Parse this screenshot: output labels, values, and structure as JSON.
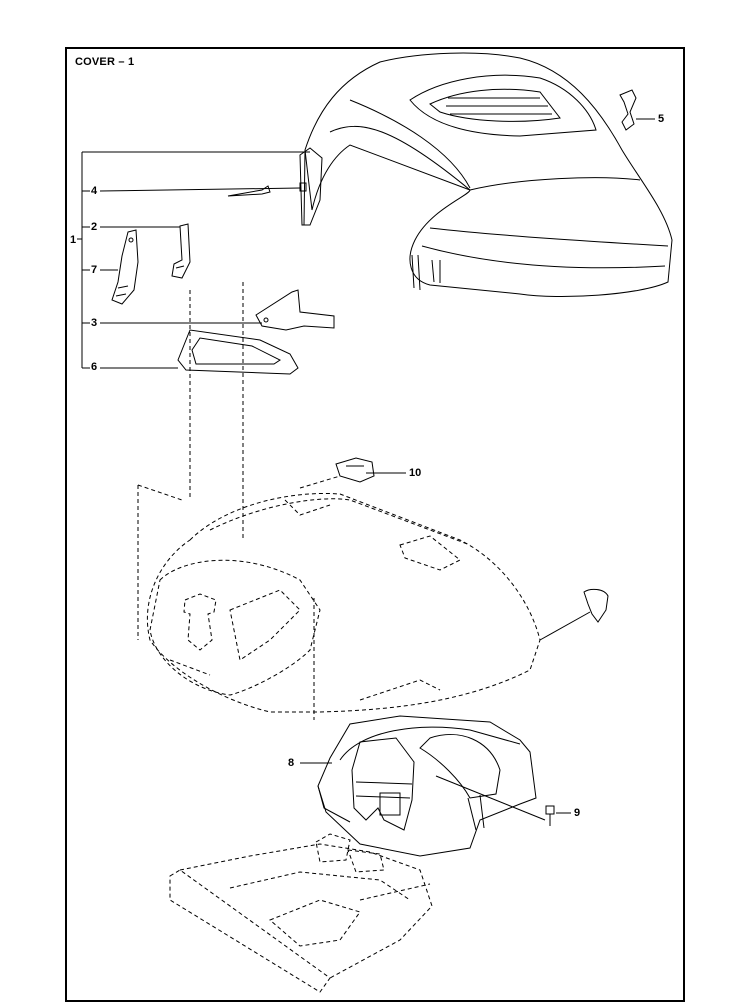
{
  "page": {
    "title": "COVER – 1"
  },
  "callouts": [
    {
      "id": "1",
      "label": "1"
    },
    {
      "id": "2",
      "label": "2"
    },
    {
      "id": "3",
      "label": "3"
    },
    {
      "id": "4",
      "label": "4"
    },
    {
      "id": "5",
      "label": "5"
    },
    {
      "id": "6",
      "label": "6"
    },
    {
      "id": "7",
      "label": "7"
    },
    {
      "id": "8",
      "label": "8"
    },
    {
      "id": "9",
      "label": "9"
    },
    {
      "id": "10",
      "label": "10"
    }
  ]
}
